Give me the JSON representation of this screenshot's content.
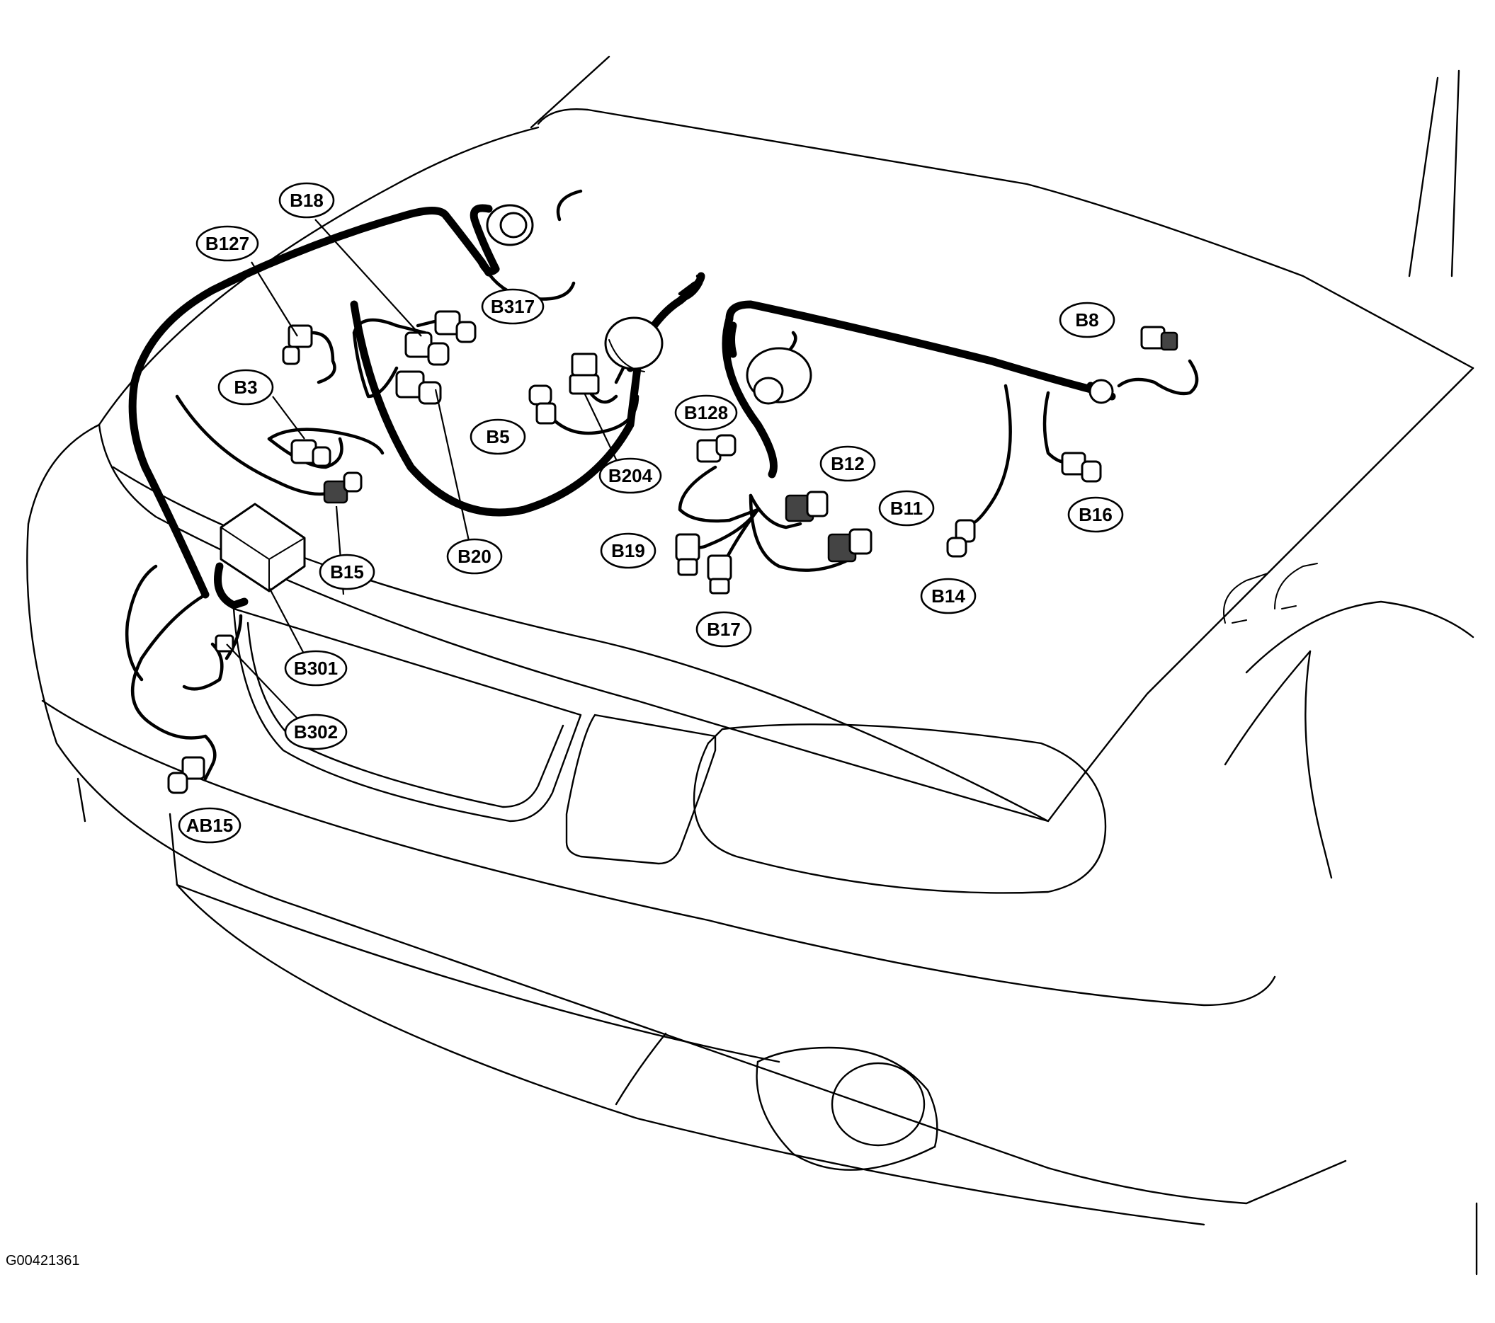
{
  "figure_id": "G00421361",
  "callouts": [
    {
      "id": "b18",
      "label": "B18"
    },
    {
      "id": "b127",
      "label": "B127"
    },
    {
      "id": "b317",
      "label": "B317"
    },
    {
      "id": "b3",
      "label": "B3"
    },
    {
      "id": "b5",
      "label": "B5"
    },
    {
      "id": "b128",
      "label": "B128"
    },
    {
      "id": "b204",
      "label": "B204"
    },
    {
      "id": "b8",
      "label": "B8"
    },
    {
      "id": "b12",
      "label": "B12"
    },
    {
      "id": "b11",
      "label": "B11"
    },
    {
      "id": "b16",
      "label": "B16"
    },
    {
      "id": "b15",
      "label": "B15"
    },
    {
      "id": "b20",
      "label": "B20"
    },
    {
      "id": "b19",
      "label": "B19"
    },
    {
      "id": "b14",
      "label": "B14"
    },
    {
      "id": "b17",
      "label": "B17"
    },
    {
      "id": "b301",
      "label": "B301"
    },
    {
      "id": "b302",
      "label": "B302"
    },
    {
      "id": "ab15",
      "label": "AB15"
    }
  ]
}
